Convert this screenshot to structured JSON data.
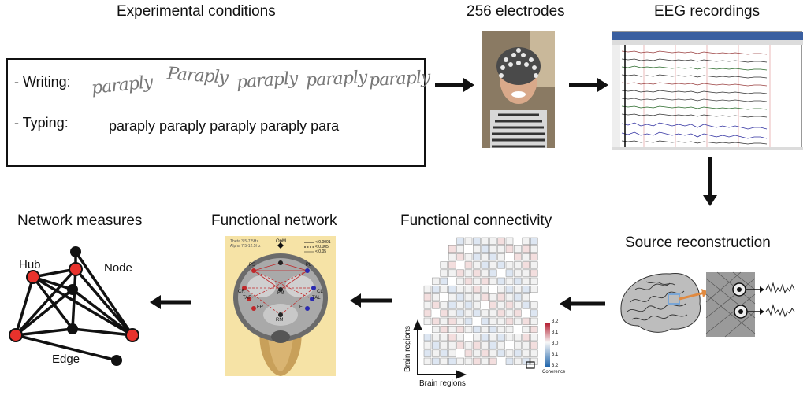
{
  "titles": {
    "experimental": "Experimental conditions",
    "electrodes": "256 electrodes",
    "eeg": "EEG recordings",
    "source": "Source reconstruction",
    "connectivity": "Functional connectivity",
    "network": "Functional network",
    "measures": "Network measures"
  },
  "conditions": {
    "writing_label": "- Writing:",
    "typing_label": "- Typing:",
    "writing_words": [
      "paraply",
      "Paraply",
      "paraply",
      "paraply",
      "paraply"
    ],
    "typing_text": "paraply paraply paraply paraply para"
  },
  "network_measures": {
    "hub": "Hub",
    "node": "Node",
    "edge": "Edge"
  },
  "connectivity_matrix": {
    "x_axis": "Brain regions",
    "y_axis": "Brain regions",
    "colorbar_label": "Coherence",
    "colorbar_ticks": [
      "3.2",
      "3.1",
      "3.0",
      "3.1",
      "3.2"
    ]
  },
  "functional_network": {
    "legend_left": [
      "Theta 3.5-7.5Hz",
      "Alpha 7.5-12.5Hz"
    ],
    "legend_right": [
      "< 0.0001",
      "< 0.005",
      "< 0.05"
    ],
    "regions": [
      "OpM",
      "PS",
      "PL",
      "CR",
      "CL",
      "FM",
      "TAR",
      "TAL",
      "FR",
      "FL",
      "RM"
    ]
  },
  "colors": {
    "hub_node": "#e8322c",
    "network_bg": "#f6e3a6",
    "arrow": "#111111"
  }
}
